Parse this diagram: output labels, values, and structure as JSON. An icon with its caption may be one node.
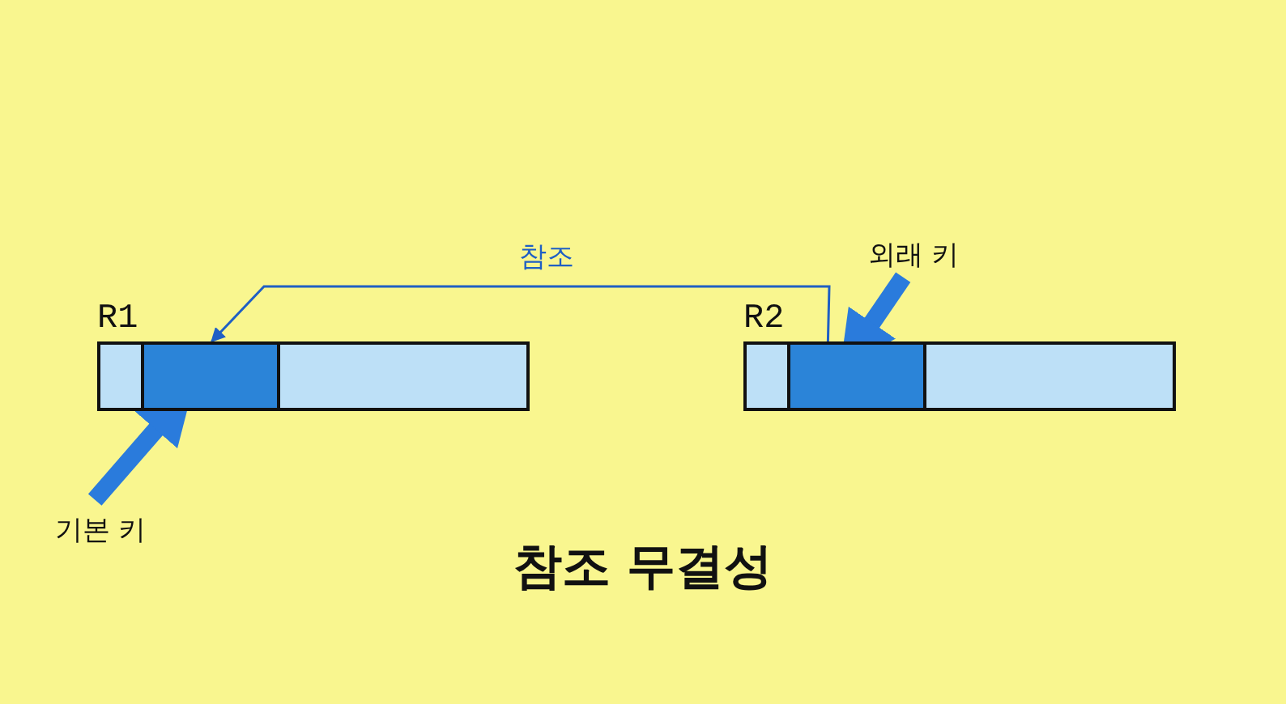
{
  "diagram": {
    "title": "참조 무결성",
    "nodes": [
      {
        "text": [
          "R1"
        ]
      },
      {
        "text": [],
        "shape": "bar",
        "in": 0
      },
      {
        "text": [],
        "shape": "bar",
        "in": 0
      },
      {
        "text": [],
        "shape": "bar",
        "in": 0
      },
      {
        "text": [
          "R2"
        ]
      },
      {
        "text": [],
        "shape": "bar",
        "in": 4
      },
      {
        "text": [],
        "shape": "bar",
        "in": 4
      },
      {
        "text": [],
        "shape": "bar",
        "in": 4
      },
      {
        "text": [
          "기본 키"
        ]
      },
      {
        "text": [
          "외래 키"
        ]
      }
    ],
    "edges": [
      {
        "from": 6,
        "to": 2,
        "arrow": "to",
        "label": "참조"
      },
      {
        "from": 8,
        "to": 2,
        "arrow": "to"
      },
      {
        "from": 9,
        "to": 6,
        "arrow": "to"
      }
    ]
  }
}
